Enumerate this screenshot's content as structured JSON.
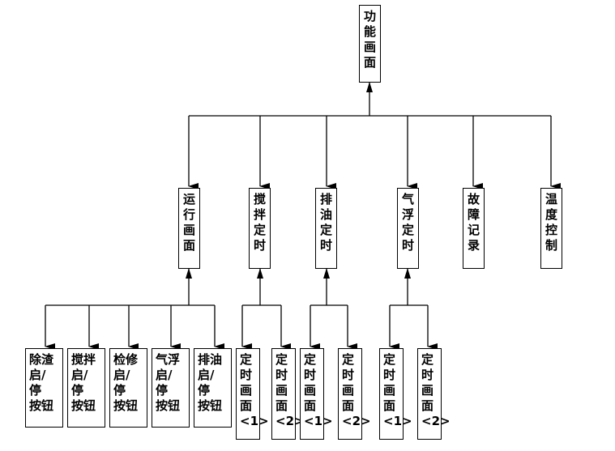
{
  "nodes": {
    "root": {
      "lines": [
        "功",
        "能",
        "画",
        "面"
      ]
    },
    "run": {
      "lines": [
        "运",
        "行",
        "画",
        "面"
      ]
    },
    "stir": {
      "lines": [
        "搅",
        "拌",
        "定",
        "时"
      ]
    },
    "drain": {
      "lines": [
        "排",
        "油",
        "定",
        "时"
      ]
    },
    "float": {
      "lines": [
        "气",
        "浮",
        "定",
        "时"
      ]
    },
    "fault": {
      "lines": [
        "故",
        "障",
        "记",
        "录"
      ]
    },
    "temp": {
      "lines": [
        "温",
        "度",
        "控",
        "制"
      ]
    },
    "btn1": {
      "lines": [
        "除渣",
        "启/",
        "停",
        "按钮"
      ]
    },
    "btn2": {
      "lines": [
        "搅拌",
        "启/",
        "停",
        "按钮"
      ]
    },
    "btn3": {
      "lines": [
        "检修",
        "启/",
        "停",
        "按钮"
      ]
    },
    "btn4": {
      "lines": [
        "气浮",
        "启/",
        "停",
        "按钮"
      ]
    },
    "btn5": {
      "lines": [
        "排油",
        "启/",
        "停",
        "按钮"
      ]
    },
    "stir_t1": {
      "lines": [
        "定",
        "时",
        "画",
        "面",
        "<1>"
      ]
    },
    "stir_t2": {
      "lines": [
        "定",
        "时",
        "画",
        "面",
        "<2>"
      ]
    },
    "drain_t1": {
      "lines": [
        "定",
        "时",
        "画",
        "面",
        "<1>"
      ]
    },
    "drain_t2": {
      "lines": [
        "定",
        "时",
        "画",
        "面",
        "<2>"
      ]
    },
    "float_t1": {
      "lines": [
        "定",
        "时",
        "画",
        "面",
        "<1>"
      ]
    },
    "float_t2": {
      "lines": [
        "定",
        "时",
        "画",
        "面",
        "<2>"
      ]
    }
  }
}
